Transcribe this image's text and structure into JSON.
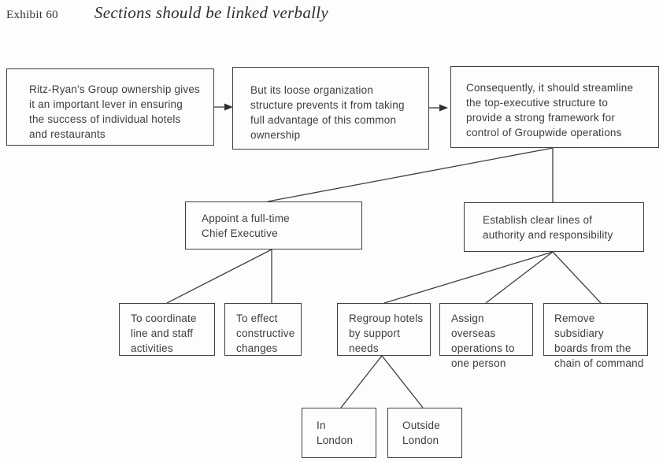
{
  "exhibit": {
    "label": "Exhibit 60",
    "title": "Sections should be linked verbally"
  },
  "nodes": {
    "premise": "Ritz-Ryan's Group ownership gives\nit an important lever in ensuring\nthe success of individual hotels\nand restaurants",
    "complication": "But its loose organization\nstructure prevents it from taking\nfull advantage of this common\nownership",
    "resolution": "Consequently, it should streamline\nthe top-executive structure to\nprovide a strong framework for\ncontrol of Groupwide operations",
    "appoint": "Appoint a full-time\nChief Executive",
    "establish": "Establish clear lines of\nauthority and responsibility",
    "coordinate": "To coordinate\nline and staff\nactivities",
    "effect": "To effect\nconstructive\nchanges",
    "regroup": "Regroup hotels\nby support\nneeds",
    "assign": "Assign overseas\noperations to\none person",
    "remove": "Remove subsidiary\nboards from the\nchain of command",
    "in_london": "In\nLondon",
    "outside_london": "Outside\nLondon"
  },
  "colors": {
    "ink": "#3f3f3f",
    "paper": "#fdfdfc"
  }
}
